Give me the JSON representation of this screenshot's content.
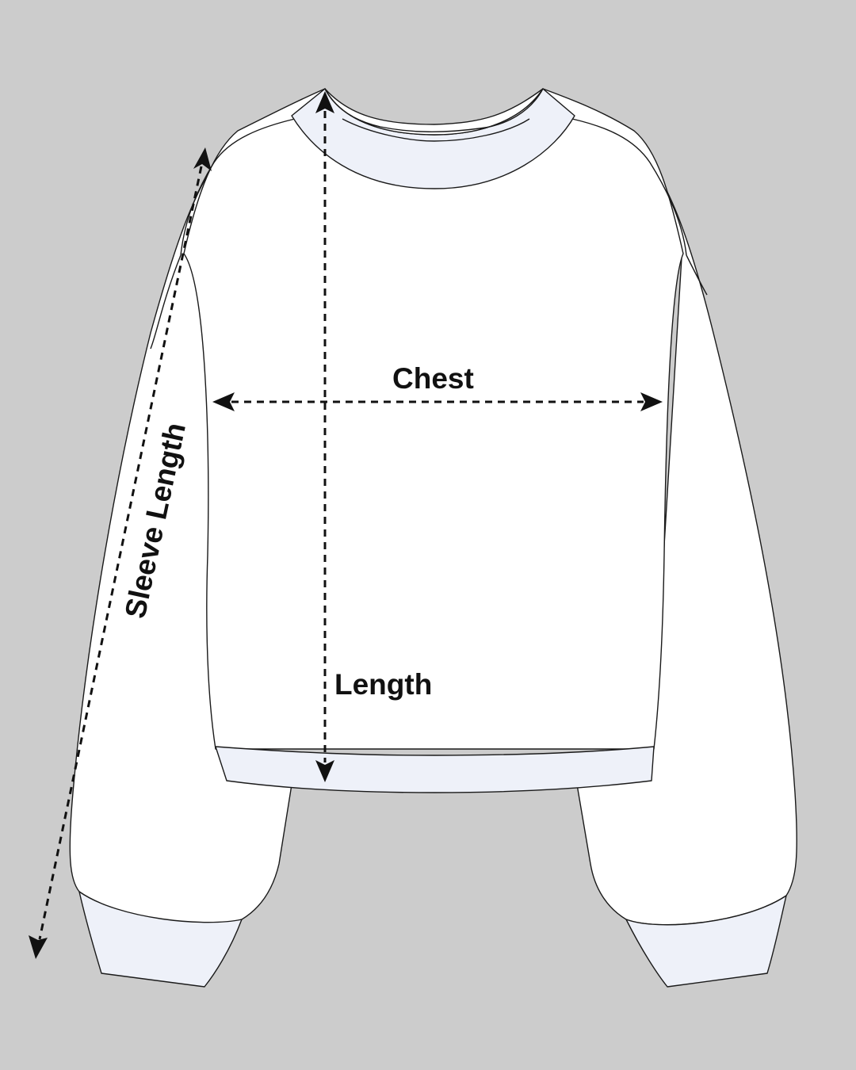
{
  "diagram": {
    "labels": {
      "chest": "Chest",
      "length": "Length",
      "sleeve_length": "Sleeve Length"
    },
    "colors": {
      "background": "#cccccc",
      "garment_fill": "#ffffff",
      "rib_fill": "#eef1f9",
      "line": "#111111"
    }
  }
}
